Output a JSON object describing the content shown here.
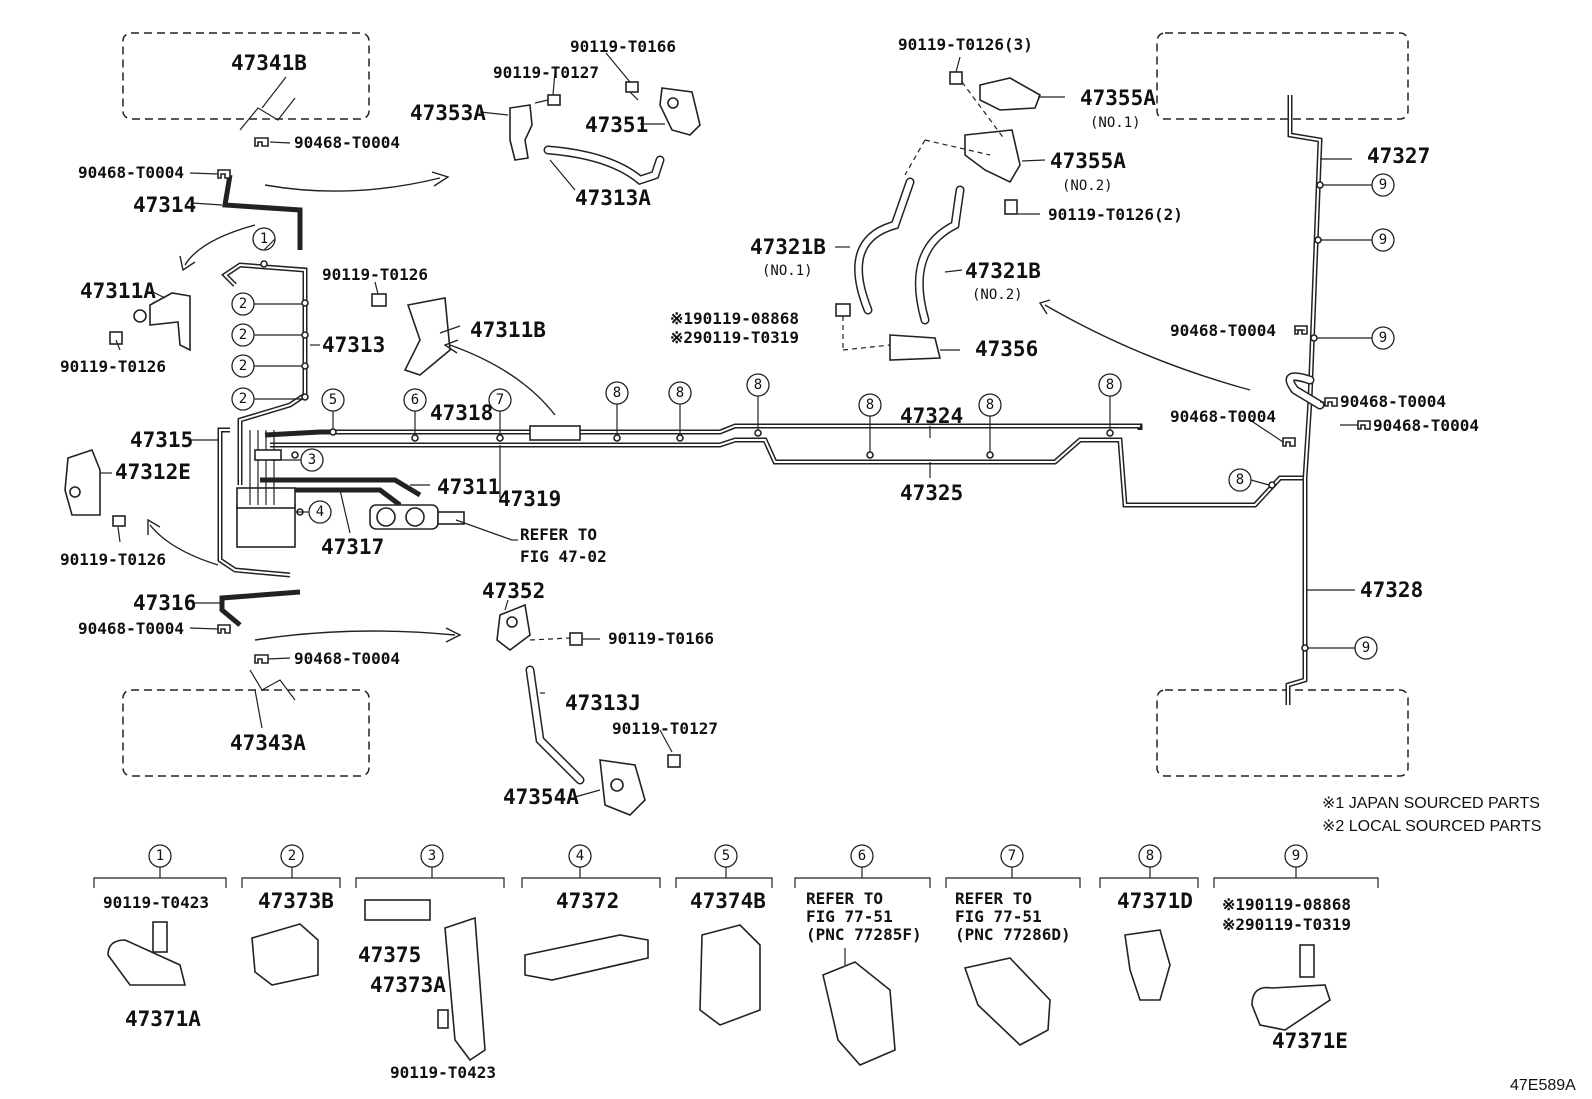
{
  "diagram_id": "47E589A",
  "footnotes": {
    "note1": "※1 JAPAN SOURCED PARTS",
    "note2": "※2 LOCAL SOURCED PARTS"
  },
  "labels": {
    "p47341B": "47341B",
    "p90468_a": "90468-T0004",
    "p90468_b": "90468-T0004",
    "p47314": "47314",
    "p47311A": "47311A",
    "p90119_T0126_a": "90119-T0126",
    "p47313": "47313",
    "p47315": "47315",
    "p47312E": "47312E",
    "p90119_T0126_b": "90119-T0126",
    "p47316": "47316",
    "p90468_c": "90468-T0004",
    "p90468_d": "90468-T0004",
    "p47343A": "47343A",
    "p90119_T0166_a": "90119-T0166",
    "p90119_T0127_a": "90119-T0127",
    "p47353A": "47353A",
    "p47351": "47351",
    "p47313A": "47313A",
    "p90119_T0126_c": "90119-T0126",
    "p47311B": "47311B",
    "p47318": "47318",
    "p47311": "47311",
    "p47319": "47319",
    "p47317": "47317",
    "refer1": "REFER TO",
    "refer1b": "FIG 47-02",
    "p47352": "47352",
    "p90119_T0166_b": "90119-T0166",
    "p47313J": "47313J",
    "p90119_T0127_b": "90119-T0127",
    "p47354A": "47354A",
    "p90119_T0126_3": "90119-T0126(3)",
    "p47355A_1": "47355A",
    "no1_a": "(NO.1)",
    "p47355A_2": "47355A",
    "no2_a": "(NO.2)",
    "p90119_T0126_2": "90119-T0126(2)",
    "p47321B_1": "47321B",
    "no1_b": "(NO.1)",
    "p47321B_2": "47321B",
    "no2_b": "(NO.2)",
    "p90119_08868": "※190119-08868",
    "p90119_T0319": "※290119-T0319",
    "p47356": "47356",
    "p47324": "47324",
    "p47325": "47325",
    "p47327": "47327",
    "p90468_e": "90468-T0004",
    "p90468_f": "90468-T0004",
    "p90468_g": "90468-T0004",
    "p90468_h": "90468-T0004",
    "p47328": "47328"
  },
  "legend": [
    {
      "num": "1",
      "lines": [
        "90119-T0423"
      ],
      "part": "47371A"
    },
    {
      "num": "2",
      "lines": [
        "47373B"
      ],
      "part": ""
    },
    {
      "num": "3",
      "lines": [
        "47375",
        "47373A",
        "90119-T0423"
      ],
      "part": ""
    },
    {
      "num": "4",
      "lines": [
        "47372"
      ],
      "part": ""
    },
    {
      "num": "5",
      "lines": [
        "47374B"
      ],
      "part": ""
    },
    {
      "num": "6",
      "lines": [
        "REFER TO",
        "FIG 77-51",
        "(PNC 77285F)"
      ],
      "part": ""
    },
    {
      "num": "7",
      "lines": [
        "REFER TO",
        "FIG 77-51",
        "(PNC 77286D)"
      ],
      "part": ""
    },
    {
      "num": "8",
      "lines": [
        "47371D"
      ],
      "part": ""
    },
    {
      "num": "9",
      "lines": [
        "※190119-08868",
        "※290119-T0319"
      ],
      "part": "47371E"
    }
  ],
  "callout_numbers": [
    "1",
    "2",
    "3",
    "4",
    "5",
    "6",
    "7",
    "8",
    "9"
  ]
}
